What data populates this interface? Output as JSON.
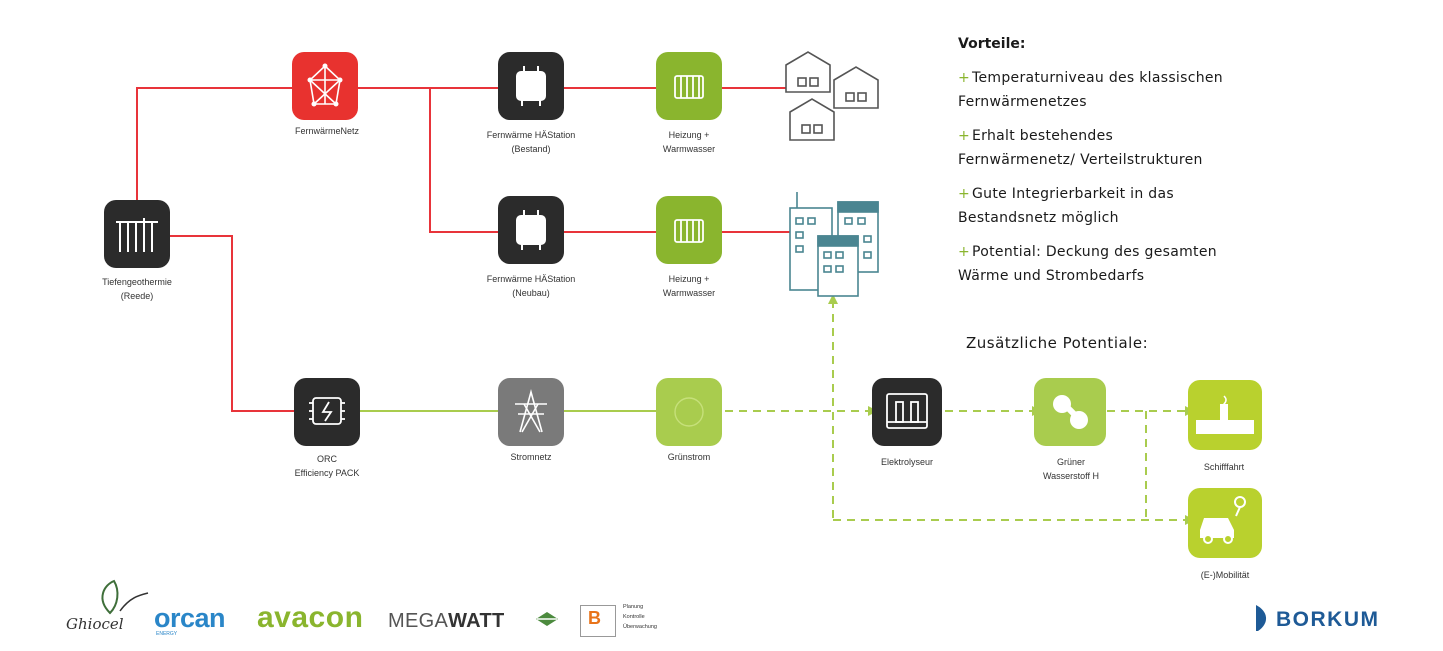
{
  "nodes": {
    "tiefengeo": {
      "line1": "Tiefengeothermie",
      "line2": "(Reede)",
      "icon": "drill-rig-icon"
    },
    "fernwaermenetz": {
      "line1": "FernwärmeNetz",
      "icon": "network-icon"
    },
    "hast_bestand": {
      "line1": "Fernwärme HÄStation",
      "line2": "(Bestand)",
      "icon": "transfer-station-icon"
    },
    "hast_neubau": {
      "line1": "Fernwärme HÄStation",
      "line2": "(Neubau)",
      "icon": "transfer-station-icon"
    },
    "heizung1": {
      "line1": "Heizung +",
      "line2": "Warmwasser",
      "icon": "radiator-icon"
    },
    "heizung2": {
      "line1": "Heizung +",
      "line2": "Warmwasser",
      "icon": "radiator-icon"
    },
    "orc": {
      "line1": "ORC",
      "line2": "Efficiency PACK",
      "icon": "generator-icon"
    },
    "stromnetz": {
      "line1": "Stromnetz",
      "icon": "power-pylon-icon"
    },
    "gruenstrom": {
      "line1": "Grünstrom",
      "icon": "green-power-icon"
    },
    "elektrolyseur": {
      "line1": "Elektrolyseur",
      "icon": "electrolyzer-icon"
    },
    "wasserstoff": {
      "line1": "Grüner",
      "line2": "Wasserstoff H",
      "icon": "hydrogen-molecule-icon"
    },
    "schifffahrt": {
      "line1": "Schifffahrt",
      "icon": "ship-icon"
    },
    "emobil": {
      "line1": "(E-)Mobilität",
      "icon": "electric-car-icon"
    }
  },
  "advantages": {
    "heading": "Vorteile:",
    "items": [
      {
        "line1": "Temperaturniveau des klassischen",
        "line2": "Fernwärmenetzes"
      },
      {
        "line1": "Erhalt bestehendes",
        "line2": "Fernwärmenetz/ Verteilstrukturen"
      },
      {
        "line1": "Gute Integrierbarkeit in das",
        "line2": "Bestandsnetz möglich"
      },
      {
        "line1": "Potential: Deckung des gesamten",
        "line2": "Wärme und Strombedarfs"
      }
    ],
    "bullet": "+"
  },
  "potentials": {
    "heading": "Zusätzliche Potentiale:"
  },
  "logos": {
    "ghiocel": "Ghiocel",
    "orcan": "orcan",
    "orcan_sub": "ENERGY",
    "avacon": "avacon",
    "mega_a": "MEGA",
    "mega_b": "WATT",
    "b_letter": "B",
    "b_lines": [
      "Planung",
      "Kontrolle",
      "Überwachung"
    ],
    "borkum": "BORKUM"
  },
  "colors": {
    "heat_line": "#e8343a",
    "power_line": "#a9cc4e",
    "dark_tile": "#2b2b2b",
    "red_tile": "#e8322f",
    "green_tile": "#8ab52e",
    "lime_tile": "#b9d12e",
    "gray_tile": "#7a7a7a",
    "building": "#4a8591"
  }
}
